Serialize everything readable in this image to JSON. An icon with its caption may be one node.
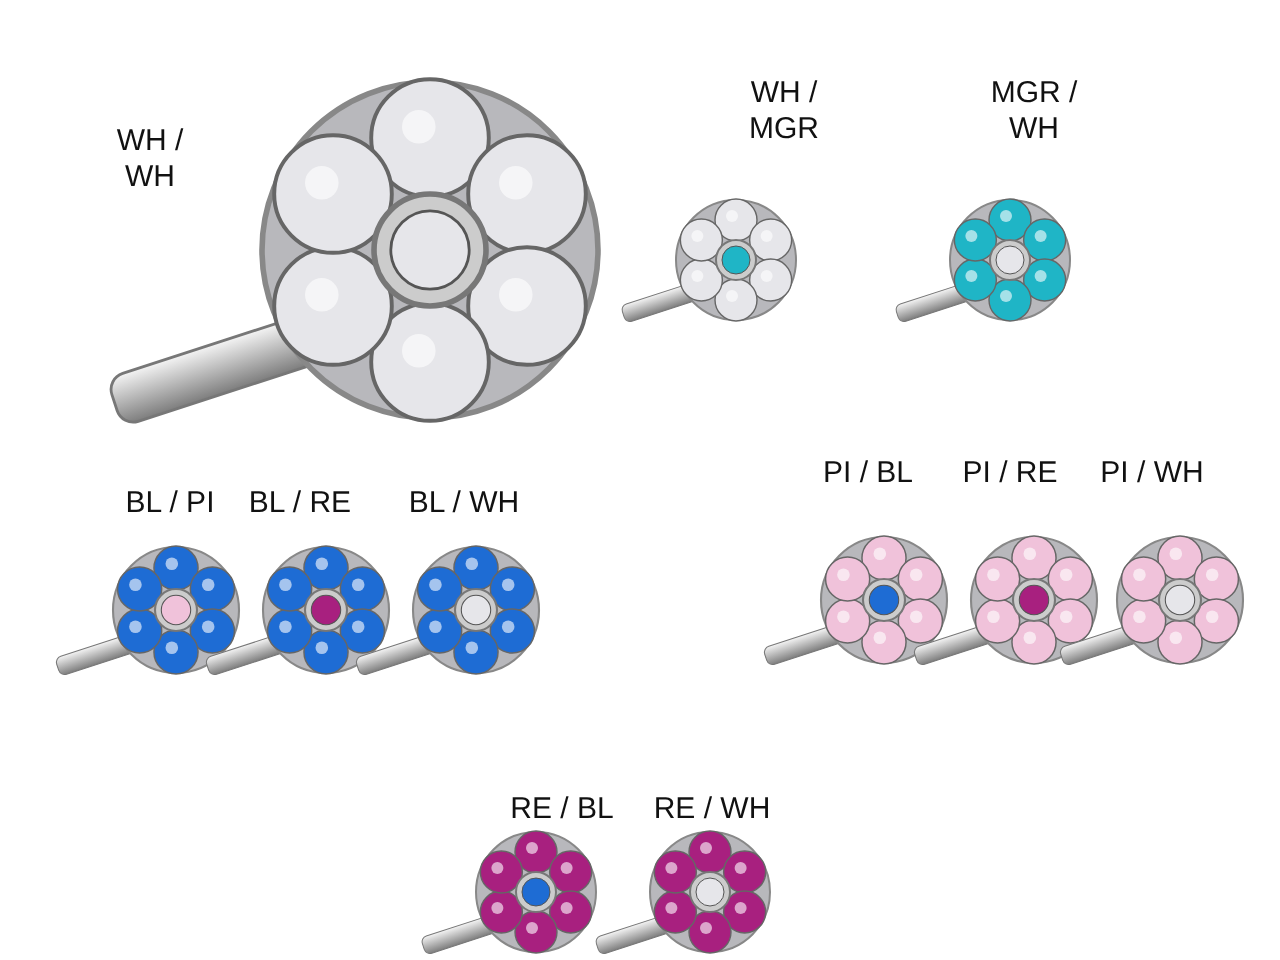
{
  "diagram": {
    "labels": [
      "WH / WH",
      "WH / MGR",
      "MGR / WH",
      "BL / PI",
      "BL / RE",
      "BL / WH",
      "PI / BL",
      "PI / RE",
      "PI / WH",
      "RE / BL",
      "RE / WH"
    ]
  }
}
